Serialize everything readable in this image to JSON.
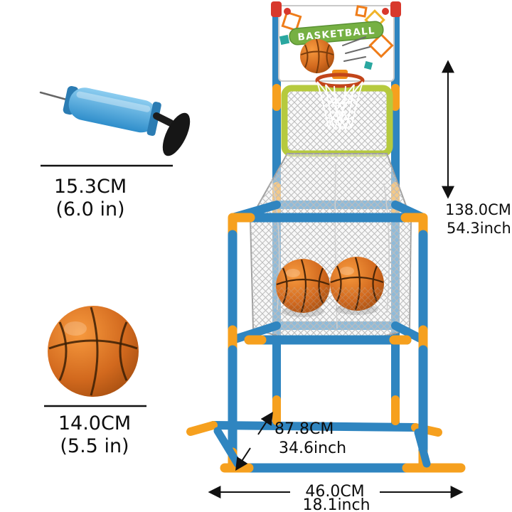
{
  "product": {
    "backboard_banner": "BASKETBALL"
  },
  "annotations": {
    "pump": {
      "cm": "15.3CM",
      "inch": "(6.0 in)"
    },
    "ball": {
      "cm": "14.0CM",
      "inch": "(5.5 in)"
    },
    "height": {
      "cm": "138.0CM",
      "inch": "54.3inch"
    },
    "depth": {
      "cm": "87.8CM",
      "inch": "34.6inch"
    },
    "width": {
      "cm": "46.0CM",
      "inch": "18.1inch"
    }
  },
  "colors": {
    "tube_blue": "#2f85c0",
    "tube_orange": "#f6a01e",
    "net_frame_green": "#b6ca3e",
    "banner_green": "#76b043",
    "basketball_orange": "#e07f1f",
    "pump_blue": "#4aa8df",
    "handle_black": "#161616",
    "annotation_text": "#0d0d0d",
    "net_gray": "#bcbcbc",
    "clip_red": "#d8382c"
  }
}
